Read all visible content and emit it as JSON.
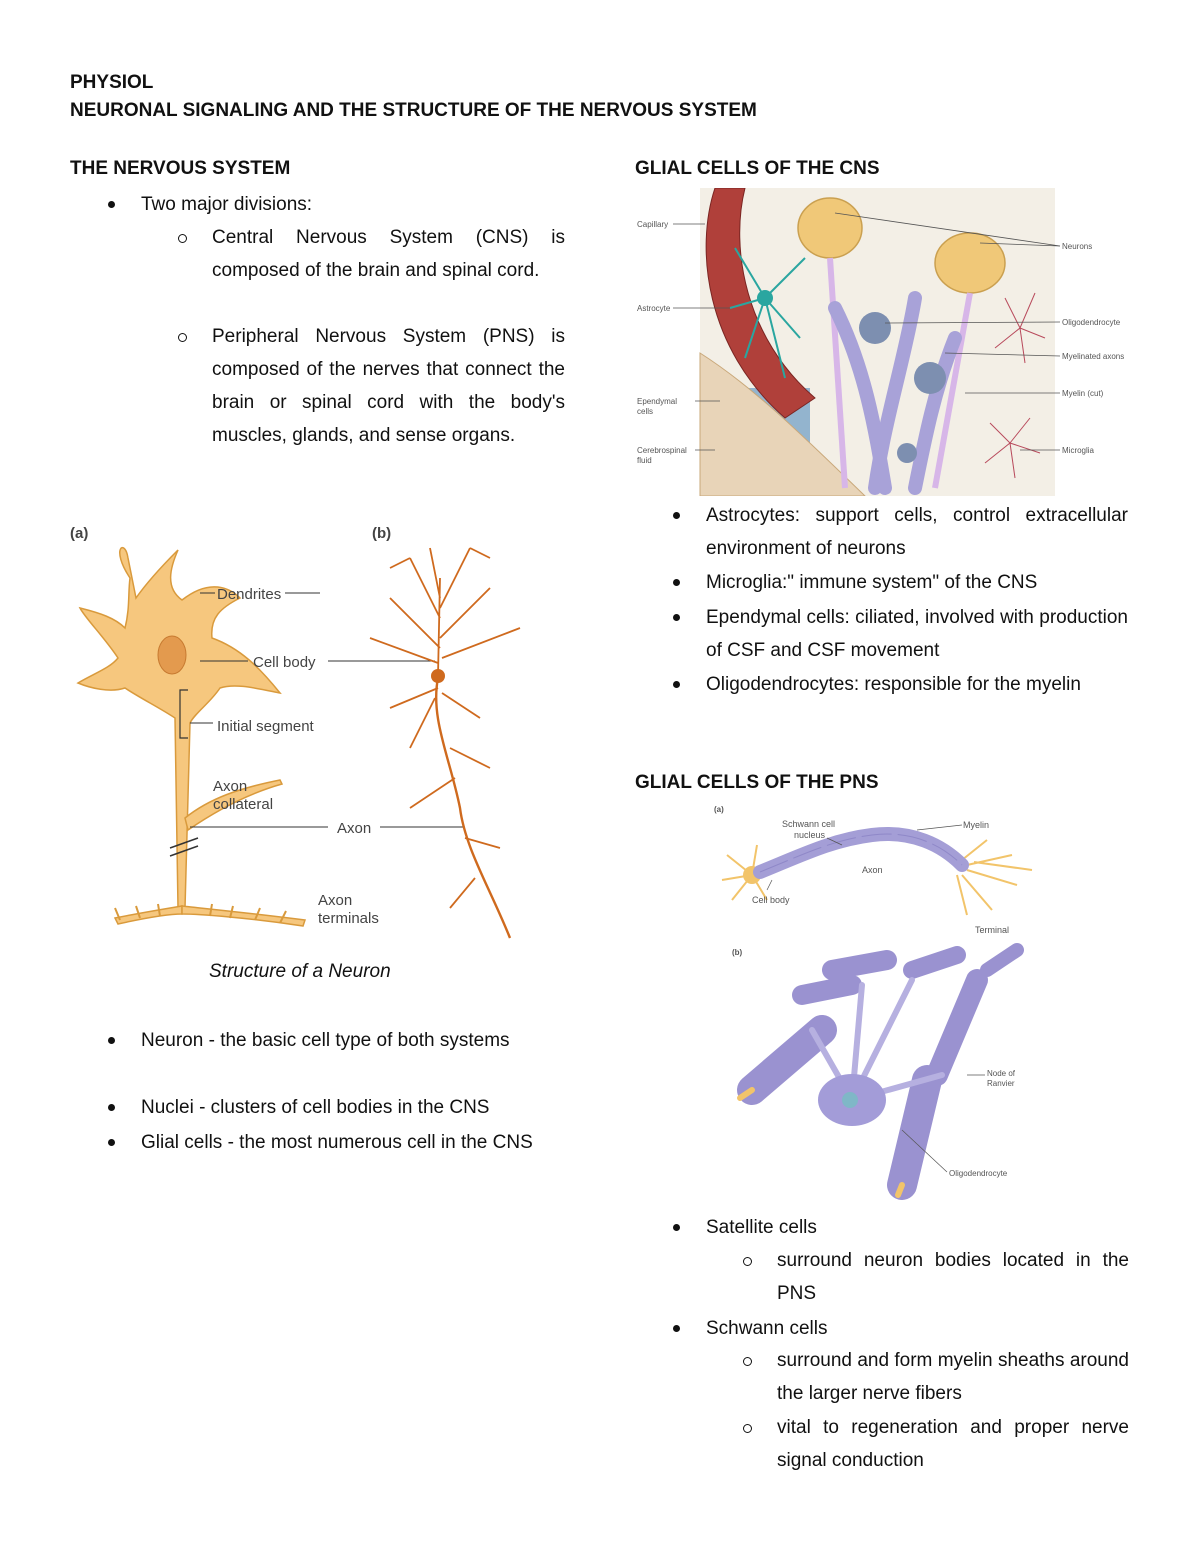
{
  "course": "PHYSIOL",
  "title": "NEURONAL SIGNALING AND THE STRUCTURE OF THE NERVOUS SYSTEM",
  "left": {
    "heading": "THE NERVOUS SYSTEM",
    "divisions_intro": "Two major divisions:",
    "cns": "Central Nervous System (CNS) is composed of the brain and spinal cord.",
    "pns": "Peripheral Nervous System (PNS) is composed of the nerves that connect the brain or spinal cord with the body's muscles, glands, and sense organs.",
    "figure": {
      "panel_a": "(a)",
      "panel_b": "(b)",
      "dendrites": "Dendrites",
      "cell_body": "Cell body",
      "initial_segment": "Initial segment",
      "axon_collateral_1": "Axon",
      "axon_collateral_2": "collateral",
      "axon": "Axon",
      "axon_terminals_1": "Axon",
      "axon_terminals_2": "terminals",
      "caption": "Structure of a Neuron"
    },
    "bullets": [
      "Neuron - the basic cell type of both systems",
      "Nuclei - clusters of cell bodies in the CNS",
      "Glial cells - the most numerous cell in the CNS"
    ]
  },
  "right": {
    "cns_heading": "GLIAL CELLS OF THE CNS",
    "cns_figure": {
      "capillary": "Capillary",
      "astrocyte": "Astrocyte",
      "ependymal_1": "Ependymal",
      "ependymal_2": "cells",
      "csf_1": "Cerebrospinal",
      "csf_2": "fluid",
      "neurons": "Neurons",
      "oligodendrocyte": "Oligodendrocyte",
      "myelinated_axons": "Myelinated axons",
      "myelin_cut": "Myelin (cut)",
      "microglia": "Microglia"
    },
    "cns_bullets": [
      "Astrocytes: support cells, control extracellular environment of neurons",
      "Microglia:\" immune system\" of the CNS",
      "Ependymal cells: ciliated, involved with production of CSF and CSF movement",
      "Oligodendrocytes: responsible for the myelin"
    ],
    "pns_heading": "GLIAL CELLS OF THE PNS",
    "pns_figure": {
      "panel_a": "(a)",
      "schwann_1": "Schwann cell",
      "schwann_2": "nucleus",
      "myelin": "Myelin",
      "axon": "Axon",
      "cell_body": "Cell body",
      "terminal": "Terminal",
      "panel_b": "(b)",
      "node_1": "Node of",
      "node_2": "Ranvier",
      "oligodendrocyte": "Oligodendrocyte"
    },
    "satellite": "Satellite cells",
    "satellite_sub": "surround neuron bodies located in the PNS",
    "schwann": "Schwann cells",
    "schwann_sub1": "surround and form myelin sheaths around the larger nerve fibers",
    "schwann_sub2": "vital to regeneration and proper nerve signal conduction"
  }
}
